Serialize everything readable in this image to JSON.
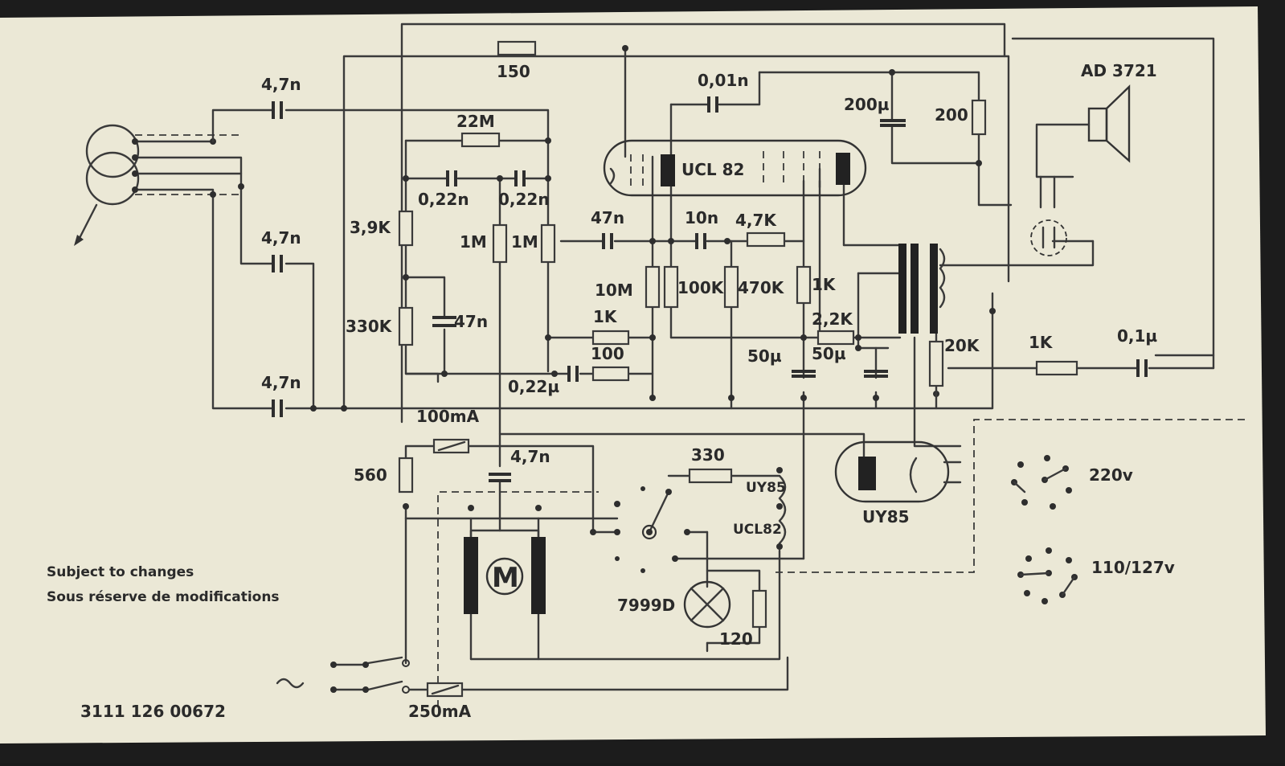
{
  "diagram": {
    "capacitor_labels": {
      "input_top": "4,7n",
      "input_mid": "4,7n",
      "input_bottom": "4,7n",
      "c_001": "0,01n",
      "c_200u": "200µ",
      "c_022_a": "0,22n",
      "c_022_b": "0,22n",
      "c_47n_coupling": "47n",
      "c_10n": "10n",
      "c_47n_shunt": "47n",
      "c_022u": "0,22µ",
      "c_50u_a": "50µ",
      "c_50u_b": "50µ",
      "c_01u": "0,1µ",
      "c_motor": "4,7n"
    },
    "resistor_labels": {
      "r150": "150",
      "r22m": "22M",
      "r200": "200",
      "r39k": "3,9K",
      "r1m_a": "1M",
      "r1m_b": "1M",
      "r47k": "4,7K",
      "r330k": "330K",
      "r10m": "10M",
      "r100k": "100K",
      "r470k": "470K",
      "r1k_a": "1K",
      "r1k_b": "1K",
      "r100": "100",
      "r22k": "2,2K",
      "r20k": "20K",
      "r1k_c": "1K",
      "r560": "560",
      "r330": "330",
      "r120": "120"
    },
    "fuse_labels": {
      "f100": "100mA",
      "f250": "250mA"
    },
    "tube_labels": {
      "ucl82": "UCL 82",
      "uy85": "UY85"
    },
    "speaker_label": "AD 3721",
    "motor_label": "M",
    "lamp_label": "7999D",
    "heater_labels": {
      "uy85": "UY85",
      "ucl82": "UCL82"
    },
    "voltage_labels": {
      "v220": "220v",
      "v110": "110/127v"
    },
    "ac_symbol": "~",
    "notes": {
      "line1": "Subject to changes",
      "line2": "Sous réserve de modifications"
    },
    "part_number": "3111 126 00672"
  }
}
